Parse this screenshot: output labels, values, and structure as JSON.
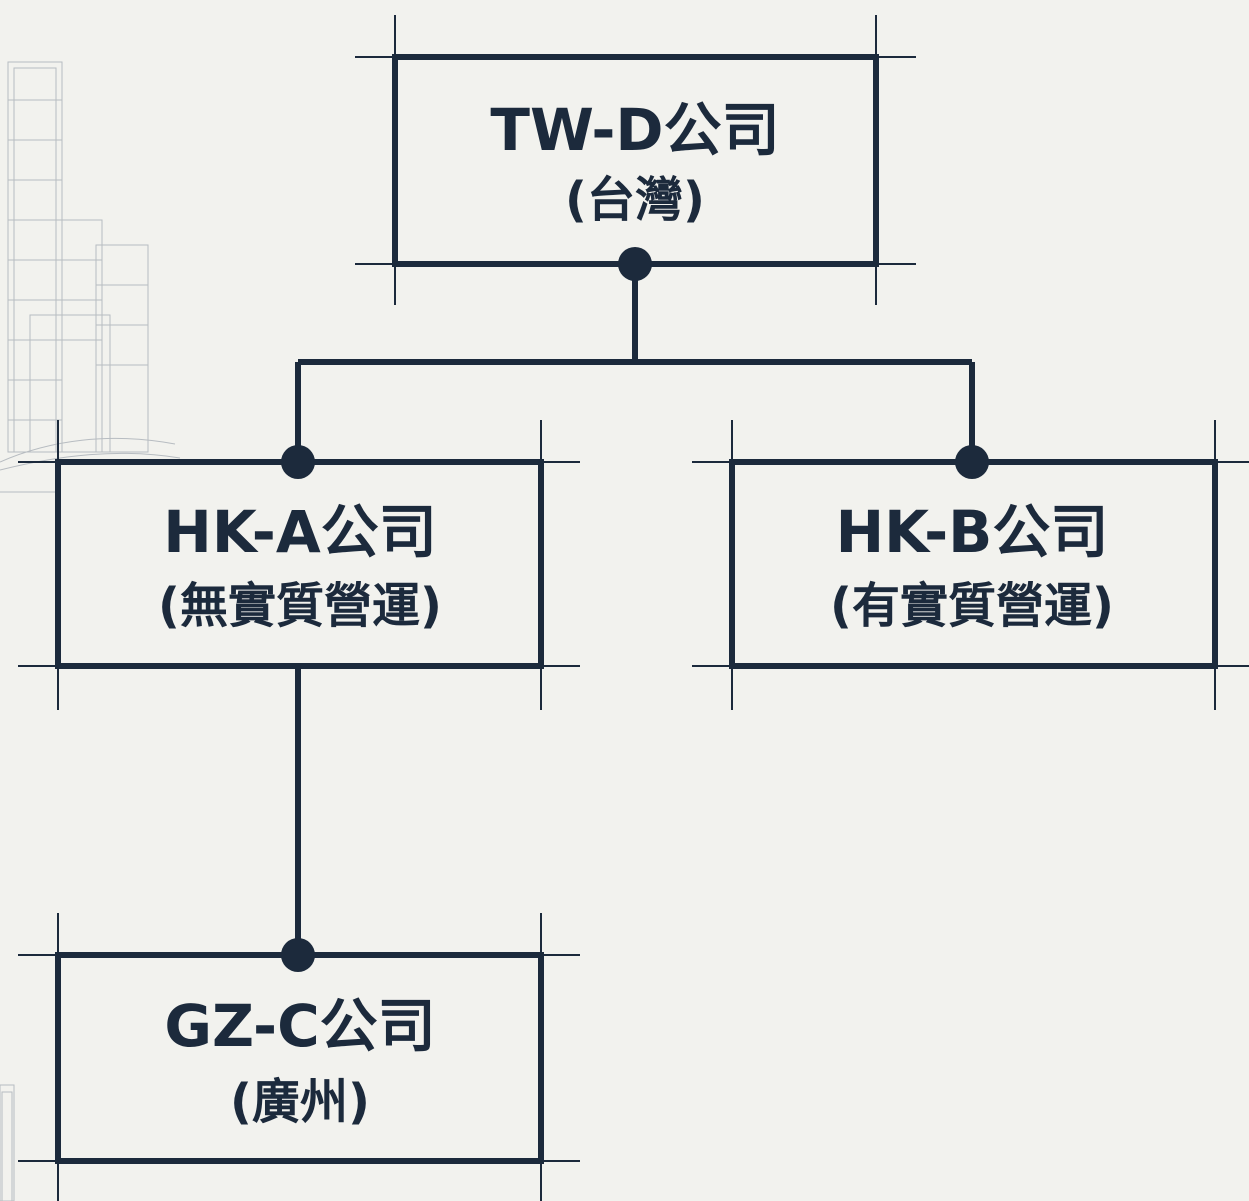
{
  "nodes": {
    "tw_d": {
      "name": "TW-D公司",
      "note": "(台灣)"
    },
    "hk_a": {
      "name": "HK-A公司",
      "note": "(無實質營運)"
    },
    "hk_b": {
      "name": "HK-B公司",
      "note": "(有實質營運)"
    },
    "gz_c": {
      "name": "GZ-C公司",
      "note": "(廣州)"
    }
  },
  "relations": [
    {
      "parent": "TW-D公司",
      "child": "HK-A公司"
    },
    {
      "parent": "TW-D公司",
      "child": "HK-B公司"
    },
    {
      "parent": "HK-A公司",
      "child": "GZ-C公司"
    }
  ],
  "colors": {
    "background": "#f2f2ee",
    "line": "#1c2a3c",
    "sketch": "#b7bcc1"
  }
}
